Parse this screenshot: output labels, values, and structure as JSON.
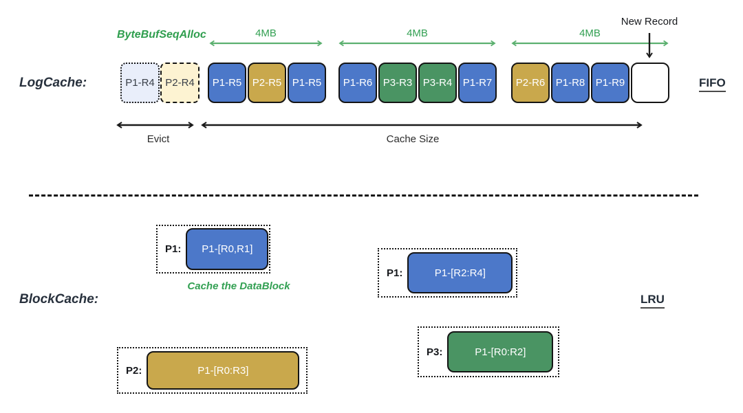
{
  "colors": {
    "blue": "#4c78c9",
    "gold": "#c9a84c",
    "green": "#4a9463",
    "lightblue": "#e9eefa",
    "cream": "#fdf3d2",
    "white": "#ffffff",
    "accent_green": "#33a053",
    "arrow_green": "#5bb06f",
    "black": "#1a1a1a"
  },
  "logcache": {
    "title": "LogCache:",
    "alloc_label": "ByteBufSeqAlloc",
    "policy": "FIFO",
    "new_record_label": "New Record",
    "evict_label": "Evict",
    "cache_size_label": "Cache Size",
    "evict_blocks": [
      {
        "label": "P1-R4",
        "color": "lightblue",
        "border": "dotted"
      },
      {
        "label": "P2-R4",
        "color": "cream",
        "border": "dashed"
      }
    ],
    "groups": [
      {
        "size_label": "4MB",
        "blocks": [
          {
            "label": "P1-R5",
            "color": "blue"
          },
          {
            "label": "P2-R5",
            "color": "gold"
          },
          {
            "label": "P1-R5",
            "color": "blue"
          }
        ]
      },
      {
        "size_label": "4MB",
        "blocks": [
          {
            "label": "P1-R6",
            "color": "blue"
          },
          {
            "label": "P3-R3",
            "color": "green"
          },
          {
            "label": "P3-R4",
            "color": "green"
          },
          {
            "label": "P1-R7",
            "color": "blue"
          }
        ]
      },
      {
        "size_label": "4MB",
        "blocks": [
          {
            "label": "P2-R6",
            "color": "gold"
          },
          {
            "label": "P1-R8",
            "color": "blue"
          },
          {
            "label": "P1-R9",
            "color": "blue"
          },
          {
            "label": "",
            "color": "white",
            "is_new_slot": true
          }
        ]
      }
    ]
  },
  "blockcache": {
    "title": "BlockCache:",
    "policy": "LRU",
    "caption": "Cache the DataBlock",
    "entries": [
      {
        "key": "P1:",
        "value": "P1-[R0,R1]",
        "color": "blue"
      },
      {
        "key": "P1:",
        "value": "P1-[R2:R4]",
        "color": "blue"
      },
      {
        "key": "P2:",
        "value": "P1-[R0:R3]",
        "color": "gold"
      },
      {
        "key": "P3:",
        "value": "P1-[R0:R2]",
        "color": "green"
      }
    ]
  }
}
